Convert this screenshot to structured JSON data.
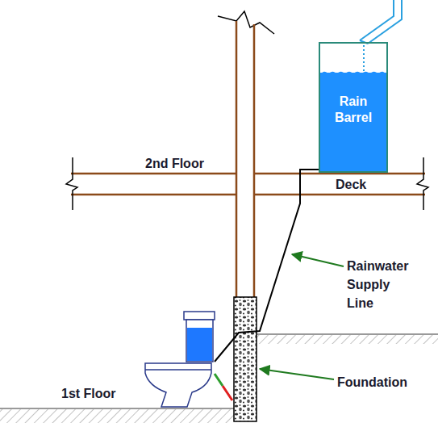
{
  "diagram": {
    "nodes": [
      {
        "text": [
          "Rain Barrel"
        ]
      }
    ],
    "labels": [
      "2nd Floor",
      "Deck",
      "Rainwater Supply Line",
      "Foundation",
      "1st Floor"
    ]
  }
}
